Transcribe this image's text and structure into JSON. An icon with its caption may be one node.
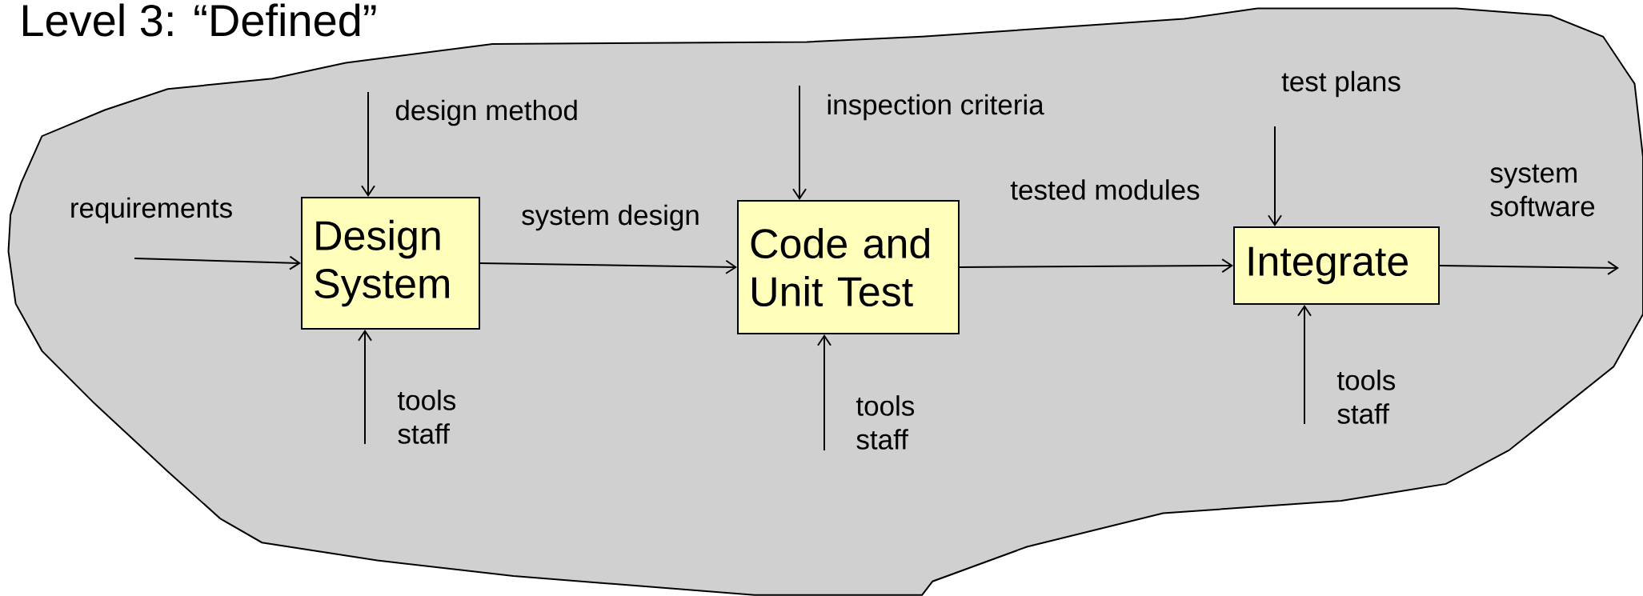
{
  "diagram": {
    "title": "Level 3: “Defined”",
    "nodes": [
      {
        "text": [
          "Design System"
        ]
      },
      {
        "text": [
          "Code and Unit Test"
        ]
      },
      {
        "text": [
          "Integrate"
        ]
      }
    ],
    "edges": [
      {
        "from": null,
        "to": 0,
        "arrow": "to",
        "label": "requirements"
      },
      {
        "from": null,
        "to": 0,
        "arrow": "to",
        "label": "design method"
      },
      {
        "from": null,
        "to": 0,
        "arrow": "to",
        "label": "tools staff"
      },
      {
        "from": 0,
        "to": 1,
        "arrow": "to",
        "label": "system design"
      },
      {
        "from": null,
        "to": 1,
        "arrow": "to",
        "label": "inspection criteria"
      },
      {
        "from": null,
        "to": 1,
        "arrow": "to",
        "label": "tools staff"
      },
      {
        "from": 1,
        "to": 2,
        "arrow": "to",
        "label": "tested modules"
      },
      {
        "from": null,
        "to": 2,
        "arrow": "to",
        "label": "test plans"
      },
      {
        "from": null,
        "to": 2,
        "arrow": "to",
        "label": "tools staff"
      },
      {
        "from": 2,
        "to": null,
        "arrow": "to",
        "label": "system software"
      }
    ]
  }
}
